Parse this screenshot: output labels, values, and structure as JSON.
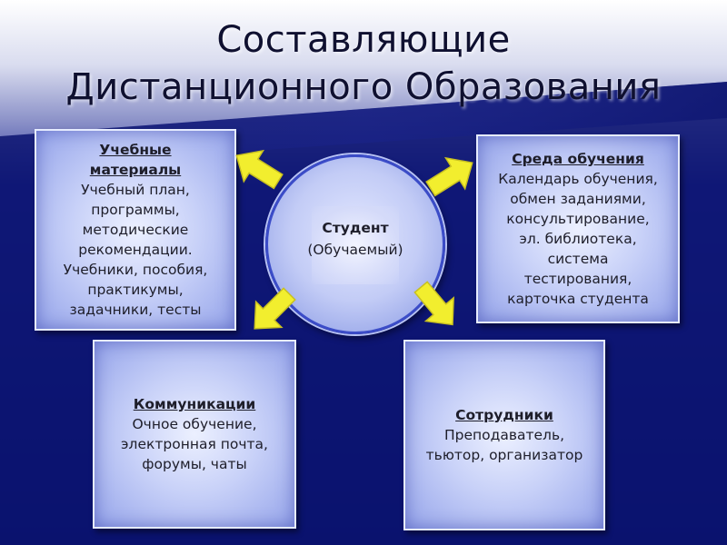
{
  "title": {
    "line1": "Составляющие",
    "line2": "Дистанционного Образования"
  },
  "center": {
    "heading": "Студент",
    "subtitle": "(Обучаемый)"
  },
  "boxes": {
    "materials": {
      "heading_line1": "Учебные",
      "heading_line2": "материалы",
      "lines": [
        "Учебный план,",
        "программы,",
        "методические",
        "рекомендации.",
        "Учебники, пособия,",
        "практикумы,",
        "задачники, тесты"
      ]
    },
    "environment": {
      "heading": "Среда обучения",
      "lines": [
        "Календарь обучения,",
        "обмен заданиями,",
        "консультирование,",
        "эл. библиотека,",
        "система",
        "тестирования,",
        "карточка студента"
      ]
    },
    "communications": {
      "heading": "Коммуникации",
      "lines": [
        "Очное обучение,",
        "электронная почта,",
        "форумы, чаты"
      ]
    },
    "staff": {
      "heading": "Сотрудники",
      "lines": [
        "Преподаватель,",
        "тьютор, организатор"
      ]
    }
  },
  "colors": {
    "background": "#0d1570",
    "arrow": "#f2ee2e",
    "arrow_outline": "#c8c020"
  },
  "icons": {
    "arrow": "arrow-icon"
  }
}
